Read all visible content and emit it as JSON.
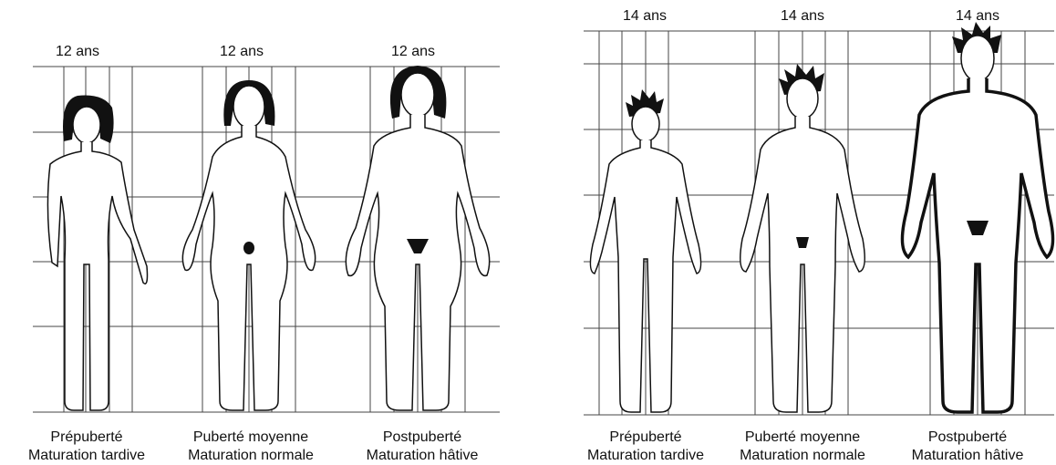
{
  "girls": {
    "figures": [
      {
        "age": "12 ans",
        "stage": "Prépuberté",
        "maturation": "Maturation tardive"
      },
      {
        "age": "12 ans",
        "stage": "Puberté moyenne",
        "maturation": "Maturation normale"
      },
      {
        "age": "12 ans",
        "stage": "Postpuberté",
        "maturation": "Maturation hâtive"
      }
    ]
  },
  "boys": {
    "figures": [
      {
        "age": "14 ans",
        "stage": "Prépuberté",
        "maturation": "Maturation tardive"
      },
      {
        "age": "14 ans",
        "stage": "Puberté moyenne",
        "maturation": "Maturation normale"
      },
      {
        "age": "14 ans",
        "stage": "Postpuberté",
        "maturation": "Maturation hâtive"
      }
    ]
  },
  "colors": {
    "line": "#111111",
    "grid": "#444444",
    "background": "#ffffff"
  },
  "icons": [
    "female-figure-icon",
    "male-figure-icon",
    "hair-icon"
  ]
}
